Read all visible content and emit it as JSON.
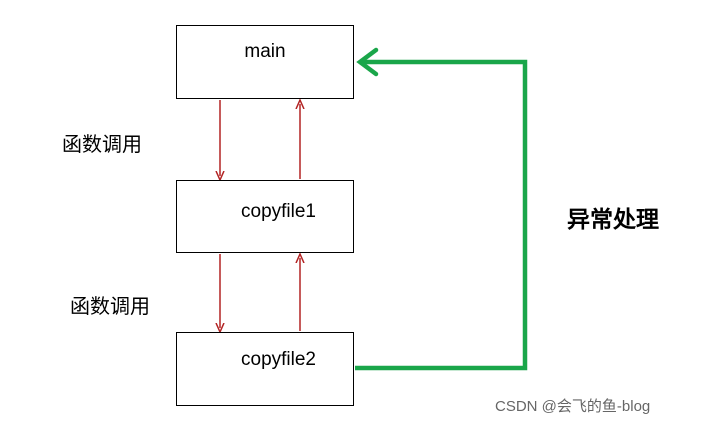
{
  "nodes": {
    "main": "main",
    "copyfile1": "copyfile1",
    "copyfile2": "copyfile2"
  },
  "labels": {
    "call_1": "函数调用",
    "call_2": "函数调用",
    "exception": "异常处理"
  },
  "watermark": "CSDN @会飞的鱼-blog",
  "colors": {
    "call_arrow": "#b22222",
    "exception_arrow": "#1aa64a",
    "box_border": "#000000"
  }
}
